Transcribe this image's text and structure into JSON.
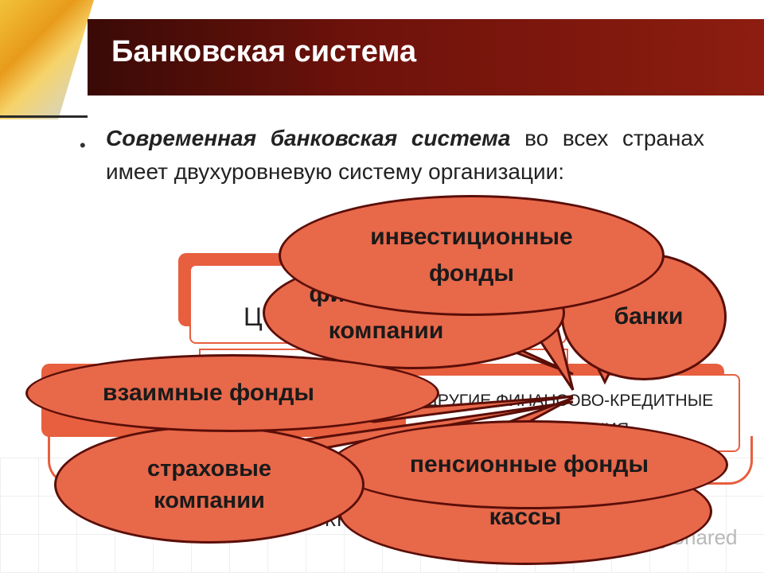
{
  "slide": {
    "title": "Банковская система",
    "bullet": {
      "emphasis": "Современная банковская система",
      "rest": " во всех странах имеет двухуровневую систему организации:"
    }
  },
  "diagram": {
    "top_box_fragment": "Ц",
    "right_box_text": "ДРУГИЕ ФИНАНСОВО-КРЕДИТНЫЕ УЧРЕЖДЕНИЯ",
    "bottom_fragment": "ЖНИ"
  },
  "bubbles": {
    "investment_funds": "инвестиционные фонды",
    "finance_companies": "финансовые компании",
    "banks": "банки",
    "mutual_funds": "взаимные фонды",
    "insurance_companies": "страховые компании",
    "pension_funds": "пенсионные фонды",
    "cash_desks": "кассы"
  },
  "watermark": {
    "text": "MyShared"
  },
  "colors": {
    "title_bar": "#6e120b",
    "bubble_fill": "#e8684a",
    "bubble_border": "#5a0e08",
    "box_accent": "#e75f3e"
  }
}
